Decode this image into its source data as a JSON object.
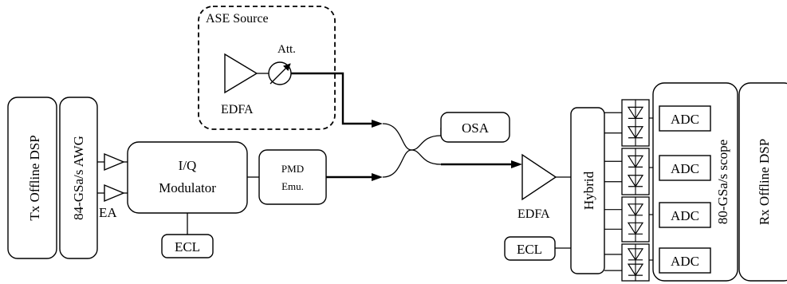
{
  "labels": {
    "ase_source": "ASE Source",
    "att": "Att.",
    "edfa_ase": "EDFA",
    "tx_dsp": "Tx Offline DSP",
    "awg": "84-GSa/s AWG",
    "ea": "EA",
    "iq_line1": "I/Q",
    "iq_line2": "Modulator",
    "ecl_tx": "ECL",
    "pmd_line1": "PMD",
    "pmd_line2": "Emu.",
    "osa": "OSA",
    "edfa_rx": "EDFA",
    "hybrid": "Hybrid",
    "ecl_rx": "ECL",
    "adc1": "ADC",
    "adc2": "ADC",
    "adc3": "ADC",
    "adc4": "ADC",
    "scope": "80-GSa/s scope",
    "rx_dsp": "Rx Offline DSP"
  }
}
